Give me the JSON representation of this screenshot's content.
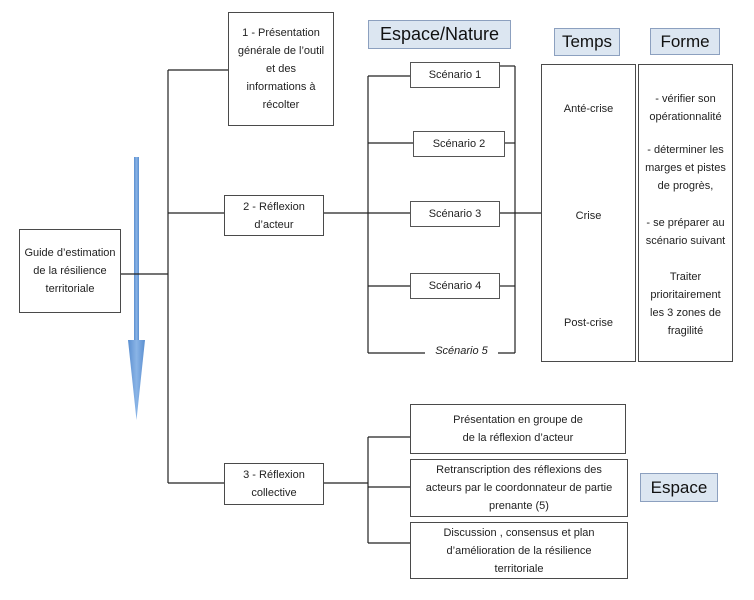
{
  "root": "Guide d’estimation\nde la résilience\nterritoriale",
  "branch1": "1 - Présentation\ngénérale de l’outil\net des\ninformations à\nrécolter",
  "branch2": "2 - Réflexion\nd’acteur",
  "branch3": "3 - Réflexion\ncollective",
  "headers": {
    "espace_nature": "Espace/Nature",
    "temps": "Temps",
    "forme": "Forme",
    "espace": "Espace"
  },
  "scenarios": [
    "Scénario 1",
    "Scénario 2",
    "Scénario 3",
    "Scénario 4",
    "Scénario 5"
  ],
  "temps": [
    "Anté-crise",
    "Crise",
    "Post-crise"
  ],
  "forme": [
    "- vérifier son\nopérationnalité",
    "- déterminer les\nmarges et pistes\nde progrès,",
    "- se préparer au\nscénario suivant",
    "Traiter\nprioritairement\nles 3 zones de\nfragilité"
  ],
  "collective": [
    "Présentation en groupe de\nde la réflexion d’acteur",
    "Retranscription des réflexions des\nacteurs par le coordonnateur de partie\nprenante (5)",
    "Discussion , consensus et plan\nd’amélioration de la résilience\nterritoriale"
  ],
  "colors": {
    "arrow": "#6f9fd8",
    "header_bg": "#dce6f1",
    "line": "#222222"
  }
}
